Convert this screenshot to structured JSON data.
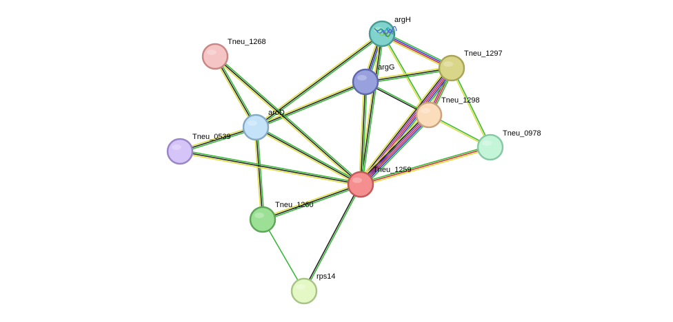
{
  "network": {
    "nodes": [
      {
        "id": "argH",
        "label": "argH",
        "fill": "#7fd3cc",
        "stroke": "#4a9b95",
        "icon": "protein-structure-icon"
      },
      {
        "id": "Tneu_1297",
        "label": "Tneu_1297",
        "fill": "#d9d68a",
        "stroke": "#a8a55a"
      },
      {
        "id": "argG",
        "label": "argG",
        "fill": "#98a0dd",
        "stroke": "#5f68ad"
      },
      {
        "id": "Tneu_1268",
        "label": "Tneu_1268",
        "fill": "#f5c4c4",
        "stroke": "#c98686"
      },
      {
        "id": "Tneu_1298",
        "label": "Tneu_1298",
        "fill": "#fbdcbb",
        "stroke": "#caa27c"
      },
      {
        "id": "aroD",
        "label": "aroD",
        "fill": "#c4e3f8",
        "stroke": "#85aac4"
      },
      {
        "id": "Tneu_0978",
        "label": "Tneu_0978",
        "fill": "#c5f5d9",
        "stroke": "#86c9a2"
      },
      {
        "id": "Tneu_0539",
        "label": "Tneu_0539",
        "fill": "#d4c4f7",
        "stroke": "#9a86c7"
      },
      {
        "id": "Tneu_1259",
        "label": "Tneu_1259",
        "fill": "#f58f8f",
        "stroke": "#c25a5a"
      },
      {
        "id": "Tneu_1260",
        "label": "Tneu_1260",
        "fill": "#9be095",
        "stroke": "#5ea658"
      },
      {
        "id": "rps14",
        "label": "rps14",
        "fill": "#e3f8c4",
        "stroke": "#a9c487"
      }
    ],
    "edges": [
      {
        "source": "argH",
        "target": "Tneu_1297",
        "colors": [
          "#37b837",
          "#3737d9",
          "#c83232",
          "#dddd44"
        ]
      },
      {
        "source": "argH",
        "target": "argG",
        "colors": [
          "#37b837",
          "#3737d9",
          "#222222",
          "#dddd44"
        ]
      },
      {
        "source": "argH",
        "target": "Tneu_1298",
        "colors": [
          "#37b837",
          "#dddd44"
        ]
      },
      {
        "source": "argH",
        "target": "aroD",
        "colors": [
          "#37b837",
          "#222222",
          "#dddd44"
        ]
      },
      {
        "source": "argH",
        "target": "Tneu_1259",
        "colors": [
          "#37b837",
          "#222222",
          "#dddd44"
        ]
      },
      {
        "source": "Tneu_1297",
        "target": "argG",
        "colors": [
          "#37b837",
          "#222222",
          "#dddd44"
        ]
      },
      {
        "source": "Tneu_1297",
        "target": "Tneu_1298",
        "colors": [
          "#37b837",
          "#c83232",
          "#9b2fae",
          "#dddd44"
        ]
      },
      {
        "source": "Tneu_1297",
        "target": "Tneu_1259",
        "colors": [
          "#37b837",
          "#3737d9",
          "#c83232",
          "#9b2fae",
          "#222222",
          "#dddd44"
        ]
      },
      {
        "source": "Tneu_1297",
        "target": "Tneu_0978",
        "colors": [
          "#37b837",
          "#dddd44"
        ]
      },
      {
        "source": "argG",
        "target": "Tneu_1298",
        "colors": [
          "#37b837",
          "#222222"
        ]
      },
      {
        "source": "argG",
        "target": "aroD",
        "colors": [
          "#37b837",
          "#222222",
          "#dddd44"
        ]
      },
      {
        "source": "argG",
        "target": "Tneu_1259",
        "colors": [
          "#37b837",
          "#222222",
          "#dddd44"
        ]
      },
      {
        "source": "Tneu_1298",
        "target": "Tneu_1259",
        "colors": [
          "#37b837",
          "#3737d9",
          "#c83232",
          "#9b2fae",
          "#222222",
          "#dddd44"
        ]
      },
      {
        "source": "Tneu_1298",
        "target": "Tneu_0978",
        "colors": [
          "#37b837",
          "#dddd44"
        ]
      },
      {
        "source": "Tneu_1268",
        "target": "aroD",
        "colors": [
          "#37b837",
          "#222222",
          "#dddd44"
        ]
      },
      {
        "source": "Tneu_1268",
        "target": "Tneu_1259",
        "colors": [
          "#37b837",
          "#222222",
          "#dddd44"
        ]
      },
      {
        "source": "aroD",
        "target": "Tneu_0539",
        "colors": [
          "#37b837",
          "#222222",
          "#dddd44"
        ]
      },
      {
        "source": "aroD",
        "target": "Tneu_1259",
        "colors": [
          "#37b837",
          "#222222",
          "#dddd44"
        ]
      },
      {
        "source": "aroD",
        "target": "Tneu_1260",
        "colors": [
          "#37b837",
          "#222222",
          "#dddd44"
        ]
      },
      {
        "source": "Tneu_0539",
        "target": "Tneu_1259",
        "colors": [
          "#37b837",
          "#222222",
          "#dddd44"
        ]
      },
      {
        "source": "Tneu_1259",
        "target": "Tneu_0978",
        "colors": [
          "#37b837",
          "#c83232",
          "#dddd44"
        ]
      },
      {
        "source": "Tneu_1259",
        "target": "Tneu_1260",
        "colors": [
          "#37b837",
          "#222222",
          "#dddd44"
        ]
      },
      {
        "source": "Tneu_1259",
        "target": "rps14",
        "colors": [
          "#37b837",
          "#222222"
        ]
      },
      {
        "source": "Tneu_1260",
        "target": "rps14",
        "colors": [
          "#37b837"
        ]
      }
    ]
  }
}
